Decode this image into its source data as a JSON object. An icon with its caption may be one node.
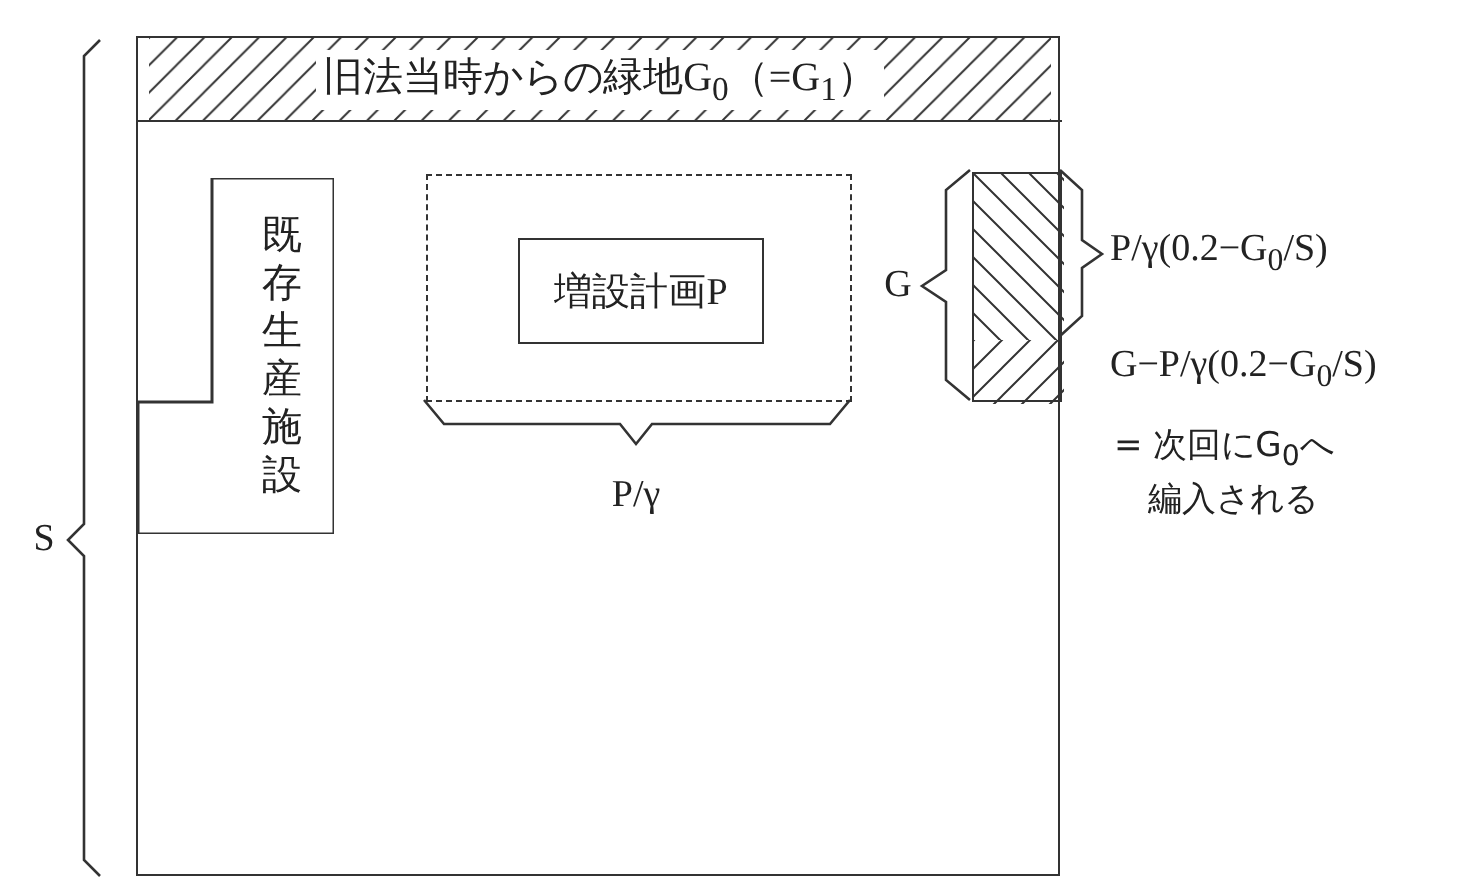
{
  "diagram": {
    "nodes": [
      {
        "text": [],
        "shape": "box",
        "beside": [
          "S"
        ]
      },
      {
        "text": [
          "旧法当時からの緑地G$_{0}$（=G$_{1}$）"
        ],
        "in": 0
      },
      {
        "text": [
          "既存生産施設"
        ],
        "in": 0
      },
      {
        "text": [],
        "shape": "box",
        "in": 0,
        "beside": [
          "P/γ"
        ]
      },
      {
        "text": [
          "増設計画P"
        ],
        "in": 3
      },
      {
        "text": [],
        "shape": "box",
        "in": 0
      },
      {
        "text": [],
        "shape": "box",
        "in": 5,
        "beside": [
          "P/γ(0.2−G$_{0}$/S)"
        ]
      },
      {
        "text": [],
        "shape": "box",
        "in": 5,
        "beside": [
          "G−P/γ(0.2−G$_{0}$/S)",
          "= 次回にG$_{0}$へ編入される"
        ]
      }
    ],
    "labels": [
      "G"
    ]
  }
}
